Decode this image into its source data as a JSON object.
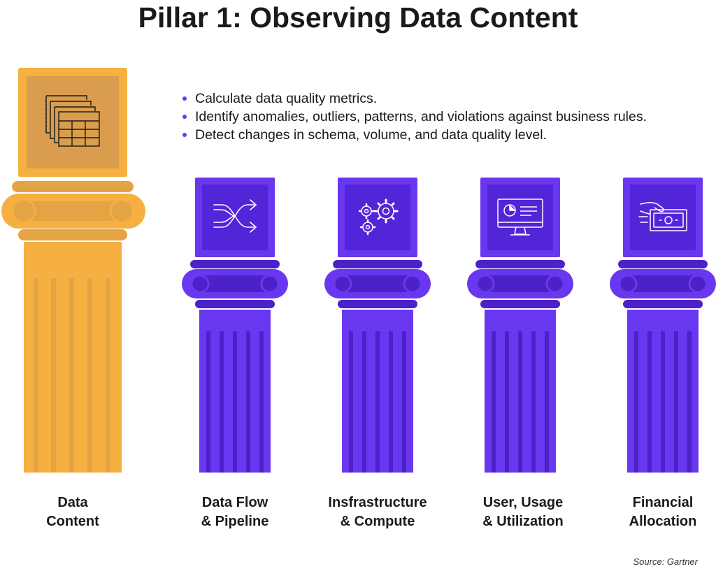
{
  "title": "Pillar 1: Observing Data Content",
  "bullets": [
    "Calculate data quality metrics.",
    "Identify anomalies, outliers, patterns, and violations against business rules.",
    "Detect changes in schema, volume, and data quality level."
  ],
  "pillars": [
    {
      "line1": "Data",
      "line2": "Content",
      "icon": "data-table-icon",
      "highlighted": true
    },
    {
      "line1": "Data Flow",
      "line2": "& Pipeline",
      "icon": "shuffle-arrows-icon",
      "highlighted": false
    },
    {
      "line1": "Insfrastructure",
      "line2": "& Compute",
      "icon": "gears-icon",
      "highlighted": false
    },
    {
      "line1": "User, Usage",
      "line2": "& Utilization",
      "icon": "monitor-dashboard-icon",
      "highlighted": false
    },
    {
      "line1": "Financial",
      "line2": "Allocation",
      "icon": "hand-money-icon",
      "highlighted": false
    }
  ],
  "source": "Source: Gartner",
  "colors": {
    "gold": "#f5b041",
    "gold_dark": "#d4974a",
    "gold_icon_bg": "#d99d4d",
    "purple": "#6a37f0",
    "purple_dark": "#4a22c8",
    "purple_icon_bg": "#5225d9",
    "bullet": "#6a37f0"
  }
}
